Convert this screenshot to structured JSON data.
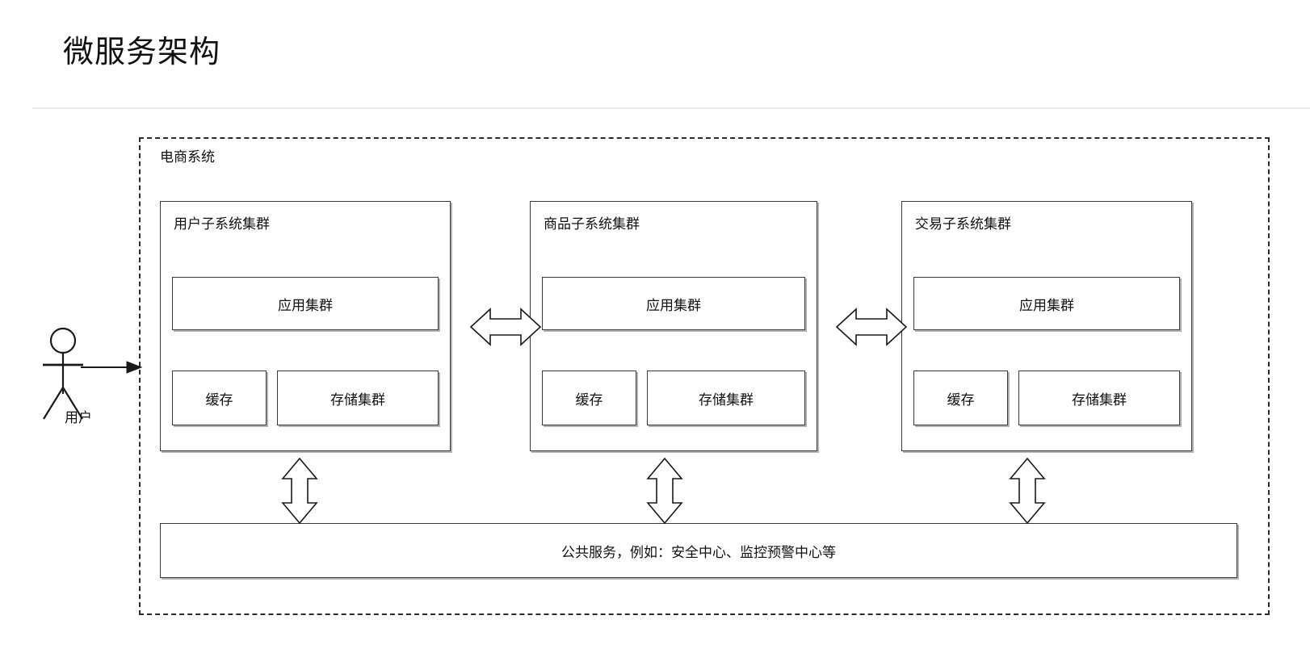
{
  "header": {
    "title": "微服务架构",
    "divider": true
  },
  "colors": {
    "background": "#ffffff",
    "text": "#111111",
    "stroke": "#3a3a3a",
    "dashed_boundary": "#2b2b2b",
    "divider": "#ececf0",
    "shadow": "rgba(0,0,0,0.30)"
  },
  "actor": {
    "name": "用户",
    "icon": "actor-stick-figure-icon",
    "connects_to": "system-boundary",
    "arrow": "single-headed-right"
  },
  "system_boundary": {
    "label": "电商系统",
    "border_style": "dashed"
  },
  "clusters": [
    {
      "label": "用户子系统集群",
      "nodes": {
        "app": "应用集群",
        "cache": "缓存",
        "storage": "存储集群"
      }
    },
    {
      "label": "商品子系统集群",
      "nodes": {
        "app": "应用集群",
        "cache": "缓存",
        "storage": "存储集群"
      }
    },
    {
      "label": "交易子系统集群",
      "nodes": {
        "app": "应用集群",
        "cache": "缓存",
        "storage": "存储集群"
      }
    }
  ],
  "shared_services": {
    "label": "公共服务，例如：安全中心、监控预警中心等"
  },
  "connectors": {
    "horizontal": [
      {
        "from": "用户子系统集群",
        "to": "商品子系统集群",
        "style": "double-headed-block-arrow"
      },
      {
        "from": "商品子系统集群",
        "to": "交易子系统集群",
        "style": "double-headed-block-arrow"
      }
    ],
    "vertical": [
      {
        "from": "用户子系统集群",
        "to": "公共服务",
        "style": "double-headed-block-arrow"
      },
      {
        "from": "商品子系统集群",
        "to": "公共服务",
        "style": "double-headed-block-arrow"
      },
      {
        "from": "交易子系统集群",
        "to": "公共服务",
        "style": "double-headed-block-arrow"
      }
    ]
  }
}
